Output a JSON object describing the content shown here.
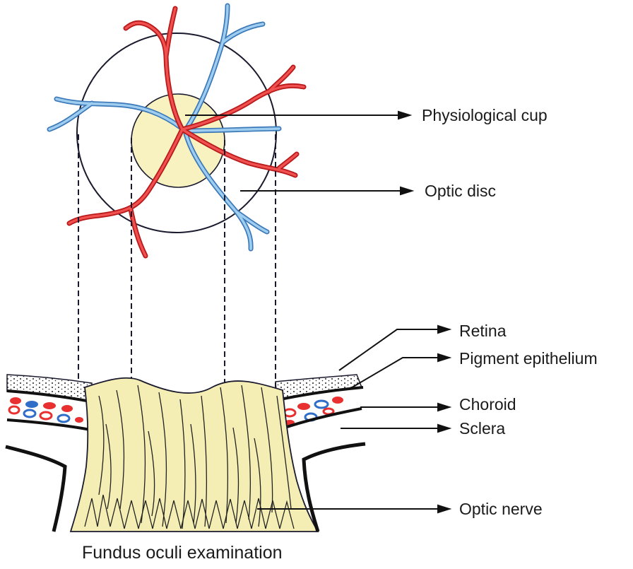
{
  "labels": {
    "physiological_cup": "Physiological cup",
    "optic_disc": "Optic disc",
    "retina": "Retina",
    "pigment_epithelium": "Pigment epithelium",
    "choroid": "Choroid",
    "sclera": "Sclera",
    "optic_nerve": "Optic nerve"
  },
  "caption": "Fundus oculi examination",
  "colors": {
    "artery": "#e02a2a",
    "vein": "#5aa0d8",
    "disc_fill": "#f7f2bf",
    "nerve_fill": "#f4eeb4",
    "outline": "#1a1a2e"
  }
}
